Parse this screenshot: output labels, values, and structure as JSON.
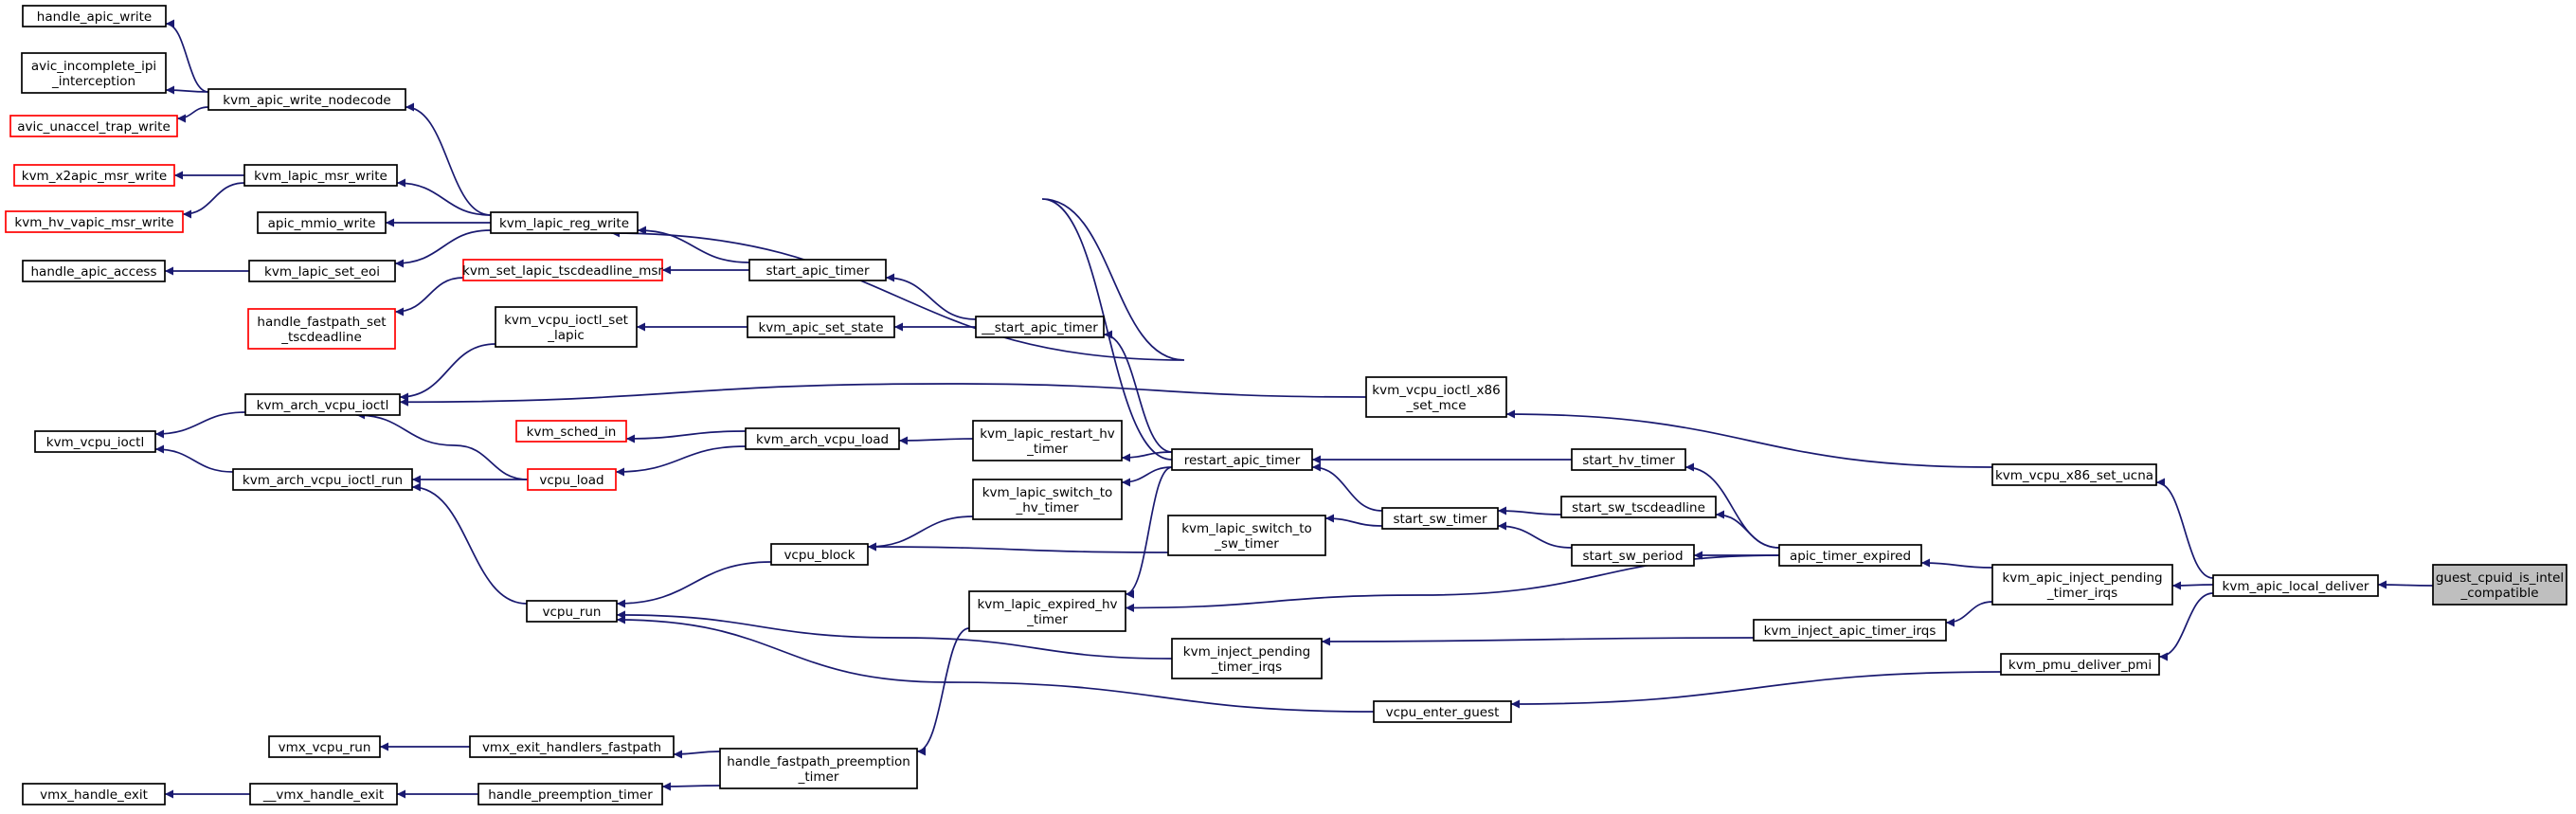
{
  "colors": {
    "edge": "#191970",
    "node_border": "#000000",
    "node_border_truncated": "#ff0000",
    "node_fill": "#ffffff",
    "node_fill_root": "#bfbfbf"
  },
  "nodes": [
    {
      "id": "guest_cpuid_is_intel_compatible",
      "lines": [
        "guest_cpuid_is_intel",
        "_compatible"
      ],
      "style": "root"
    },
    {
      "id": "kvm_apic_local_deliver",
      "lines": [
        "kvm_apic_local_deliver"
      ],
      "style": "normal"
    },
    {
      "id": "kvm_vcpu_x86_set_ucna",
      "lines": [
        "kvm_vcpu_x86_set_ucna"
      ],
      "style": "normal"
    },
    {
      "id": "kvm_apic_inject_pending_timer_irqs",
      "lines": [
        "kvm_apic_inject_pending",
        "_timer_irqs"
      ],
      "style": "normal"
    },
    {
      "id": "kvm_pmu_deliver_pmi",
      "lines": [
        "kvm_pmu_deliver_pmi"
      ],
      "style": "normal"
    },
    {
      "id": "kvm_vcpu_ioctl_x86_set_mce",
      "lines": [
        "kvm_vcpu_ioctl_x86",
        "_set_mce"
      ],
      "style": "normal"
    },
    {
      "id": "apic_timer_expired",
      "lines": [
        "apic_timer_expired"
      ],
      "style": "normal"
    },
    {
      "id": "kvm_inject_apic_timer_irqs",
      "lines": [
        "kvm_inject_apic_timer_irqs"
      ],
      "style": "normal"
    },
    {
      "id": "vcpu_enter_guest",
      "lines": [
        "vcpu_enter_guest"
      ],
      "style": "normal"
    },
    {
      "id": "start_hv_timer",
      "lines": [
        "start_hv_timer"
      ],
      "style": "normal"
    },
    {
      "id": "start_sw_tscdeadline",
      "lines": [
        "start_sw_tscdeadline"
      ],
      "style": "normal"
    },
    {
      "id": "start_sw_period",
      "lines": [
        "start_sw_period"
      ],
      "style": "normal"
    },
    {
      "id": "kvm_lapic_expired_hv_timer",
      "lines": [
        "kvm_lapic_expired_hv",
        "_timer"
      ],
      "style": "normal"
    },
    {
      "id": "kvm_inject_pending_timer_irqs",
      "lines": [
        "kvm_inject_pending",
        "_timer_irqs"
      ],
      "style": "normal"
    },
    {
      "id": "restart_apic_timer",
      "lines": [
        "restart_apic_timer"
      ],
      "style": "normal"
    },
    {
      "id": "start_sw_timer",
      "lines": [
        "start_sw_timer"
      ],
      "style": "normal"
    },
    {
      "id": "kvm_lapic_switch_to_sw_timer",
      "lines": [
        "kvm_lapic_switch_to",
        "_sw_timer"
      ],
      "style": "normal"
    },
    {
      "id": "vcpu_run",
      "lines": [
        "vcpu_run"
      ],
      "style": "normal"
    },
    {
      "id": "handle_fastpath_preemption_timer",
      "lines": [
        "handle_fastpath_preemption",
        "_timer"
      ],
      "style": "normal"
    },
    {
      "id": "kvm_lapic_reg_write",
      "lines": [
        "kvm_lapic_reg_write"
      ],
      "style": "normal"
    },
    {
      "id": "start_apic_timer",
      "lines": [
        "start_apic_timer"
      ],
      "style": "normal"
    },
    {
      "id": "__start_apic_timer",
      "lines": [
        "__start_apic_timer"
      ],
      "style": "normal"
    },
    {
      "id": "kvm_lapic_restart_hv_timer",
      "lines": [
        "kvm_lapic_restart_hv",
        "_timer"
      ],
      "style": "normal"
    },
    {
      "id": "kvm_lapic_switch_to_hv_timer",
      "lines": [
        "kvm_lapic_switch_to",
        "_hv_timer"
      ],
      "style": "normal"
    },
    {
      "id": "vcpu_block",
      "lines": [
        "vcpu_block"
      ],
      "style": "normal"
    },
    {
      "id": "kvm_apic_write_nodecode",
      "lines": [
        "kvm_apic_write_nodecode"
      ],
      "style": "normal"
    },
    {
      "id": "kvm_lapic_msr_write",
      "lines": [
        "kvm_lapic_msr_write"
      ],
      "style": "normal"
    },
    {
      "id": "apic_mmio_write",
      "lines": [
        "apic_mmio_write"
      ],
      "style": "normal"
    },
    {
      "id": "kvm_lapic_set_eoi",
      "lines": [
        "kvm_lapic_set_eoi"
      ],
      "style": "normal"
    },
    {
      "id": "kvm_set_lapic_tscdeadline_msr",
      "lines": [
        "kvm_set_lapic_tscdeadline_msr"
      ],
      "style": "truncated"
    },
    {
      "id": "kvm_vcpu_ioctl_set_lapic",
      "lines": [
        "kvm_vcpu_ioctl_set",
        "_lapic"
      ],
      "style": "normal"
    },
    {
      "id": "kvm_apic_set_state",
      "lines": [
        "kvm_apic_set_state"
      ],
      "style": "normal"
    },
    {
      "id": "kvm_arch_vcpu_ioctl",
      "lines": [
        "kvm_arch_vcpu_ioctl"
      ],
      "style": "normal"
    },
    {
      "id": "kvm_arch_vcpu_load",
      "lines": [
        "kvm_arch_vcpu_load"
      ],
      "style": "normal"
    },
    {
      "id": "kvm_sched_in",
      "lines": [
        "kvm_sched_in"
      ],
      "style": "truncated"
    },
    {
      "id": "vcpu_load",
      "lines": [
        "vcpu_load"
      ],
      "style": "truncated"
    },
    {
      "id": "kvm_arch_vcpu_ioctl_run",
      "lines": [
        "kvm_arch_vcpu_ioctl_run"
      ],
      "style": "normal"
    },
    {
      "id": "kvm_vcpu_ioctl",
      "lines": [
        "kvm_vcpu_ioctl"
      ],
      "style": "normal"
    },
    {
      "id": "handle_apic_write",
      "lines": [
        "handle_apic_write"
      ],
      "style": "normal"
    },
    {
      "id": "avic_incomplete_ipi_interception",
      "lines": [
        "avic_incomplete_ipi",
        "_interception"
      ],
      "style": "normal"
    },
    {
      "id": "avic_unaccel_trap_write",
      "lines": [
        "avic_unaccel_trap_write"
      ],
      "style": "truncated"
    },
    {
      "id": "kvm_x2apic_msr_write",
      "lines": [
        "kvm_x2apic_msr_write"
      ],
      "style": "truncated"
    },
    {
      "id": "kvm_hv_vapic_msr_write",
      "lines": [
        "kvm_hv_vapic_msr_write"
      ],
      "style": "truncated"
    },
    {
      "id": "handle_apic_access",
      "lines": [
        "handle_apic_access"
      ],
      "style": "normal"
    },
    {
      "id": "handle_fastpath_set_tscdeadline",
      "lines": [
        "handle_fastpath_set",
        "_tscdeadline"
      ],
      "style": "truncated"
    },
    {
      "id": "vmx_exit_handlers_fastpath",
      "lines": [
        "vmx_exit_handlers_fastpath"
      ],
      "style": "normal"
    },
    {
      "id": "handle_preemption_timer",
      "lines": [
        "handle_preemption_timer"
      ],
      "style": "normal"
    },
    {
      "id": "vmx_vcpu_run",
      "lines": [
        "vmx_vcpu_run"
      ],
      "style": "normal"
    },
    {
      "id": "__vmx_handle_exit",
      "lines": [
        "__vmx_handle_exit"
      ],
      "style": "normal"
    },
    {
      "id": "vmx_handle_exit",
      "lines": [
        "vmx_handle_exit"
      ],
      "style": "normal"
    }
  ],
  "edges": [
    {
      "from": "kvm_apic_local_deliver",
      "to": "guest_cpuid_is_intel_compatible"
    },
    {
      "from": "kvm_vcpu_x86_set_ucna",
      "to": "kvm_apic_local_deliver"
    },
    {
      "from": "kvm_apic_inject_pending_timer_irqs",
      "to": "kvm_apic_local_deliver"
    },
    {
      "from": "kvm_pmu_deliver_pmi",
      "to": "kvm_apic_local_deliver"
    },
    {
      "from": "kvm_vcpu_ioctl_x86_set_mce",
      "to": "kvm_vcpu_x86_set_ucna"
    },
    {
      "from": "apic_timer_expired",
      "to": "kvm_apic_inject_pending_timer_irqs"
    },
    {
      "from": "kvm_inject_apic_timer_irqs",
      "to": "kvm_apic_inject_pending_timer_irqs"
    },
    {
      "from": "vcpu_enter_guest",
      "to": "kvm_pmu_deliver_pmi"
    },
    {
      "from": "kvm_arch_vcpu_ioctl",
      "to": "kvm_vcpu_ioctl_x86_set_mce"
    },
    {
      "from": "start_hv_timer",
      "to": "apic_timer_expired"
    },
    {
      "from": "start_sw_tscdeadline",
      "to": "apic_timer_expired"
    },
    {
      "from": "start_sw_period",
      "to": "apic_timer_expired"
    },
    {
      "from": "kvm_lapic_expired_hv_timer",
      "to": "apic_timer_expired"
    },
    {
      "from": "kvm_inject_pending_timer_irqs",
      "to": "kvm_inject_apic_timer_irqs"
    },
    {
      "from": "vcpu_run",
      "to": "vcpu_enter_guest"
    },
    {
      "from": "restart_apic_timer",
      "to": "start_hv_timer"
    },
    {
      "from": "start_sw_timer",
      "to": "start_sw_tscdeadline"
    },
    {
      "from": "start_sw_timer",
      "to": "start_sw_period"
    },
    {
      "from": "handle_fastpath_preemption_timer",
      "to": "kvm_lapic_expired_hv_timer"
    },
    {
      "from": "vcpu_run",
      "to": "kvm_inject_pending_timer_irqs"
    },
    {
      "from": "restart_apic_timer",
      "to": "start_sw_timer"
    },
    {
      "from": "kvm_lapic_switch_to_sw_timer",
      "to": "start_sw_timer"
    },
    {
      "from": "kvm_lapic_reg_write",
      "to": "restart_apic_timer"
    },
    {
      "from": "__start_apic_timer",
      "to": "restart_apic_timer"
    },
    {
      "from": "kvm_lapic_restart_hv_timer",
      "to": "restart_apic_timer"
    },
    {
      "from": "kvm_lapic_switch_to_hv_timer",
      "to": "restart_apic_timer"
    },
    {
      "from": "kvm_lapic_expired_hv_timer",
      "to": "restart_apic_timer"
    },
    {
      "from": "vcpu_block",
      "to": "kvm_lapic_switch_to_sw_timer"
    },
    {
      "from": "vcpu_block",
      "to": "kvm_lapic_switch_to_hv_timer"
    },
    {
      "from": "vcpu_run",
      "to": "vcpu_block"
    },
    {
      "from": "kvm_arch_vcpu_ioctl_run",
      "to": "vcpu_run"
    },
    {
      "from": "start_apic_timer",
      "to": "__start_apic_timer"
    },
    {
      "from": "kvm_apic_set_state",
      "to": "__start_apic_timer"
    },
    {
      "from": "kvm_lapic_reg_write",
      "to": "start_apic_timer"
    },
    {
      "from": "kvm_set_lapic_tscdeadline_msr",
      "to": "start_apic_timer"
    },
    {
      "from": "kvm_vcpu_ioctl_set_lapic",
      "to": "kvm_apic_set_state"
    },
    {
      "from": "kvm_arch_vcpu_ioctl",
      "to": "kvm_vcpu_ioctl_set_lapic"
    },
    {
      "from": "kvm_arch_vcpu_load",
      "to": "kvm_lapic_restart_hv_timer"
    },
    {
      "from": "kvm_sched_in",
      "to": "kvm_arch_vcpu_load"
    },
    {
      "from": "vcpu_load",
      "to": "kvm_arch_vcpu_load"
    },
    {
      "from": "kvm_arch_vcpu_ioctl",
      "to": "vcpu_load"
    },
    {
      "from": "kvm_arch_vcpu_ioctl_run",
      "to": "vcpu_load"
    },
    {
      "from": "kvm_vcpu_ioctl",
      "to": "kvm_arch_vcpu_ioctl"
    },
    {
      "from": "kvm_vcpu_ioctl",
      "to": "kvm_arch_vcpu_ioctl_run"
    },
    {
      "from": "kvm_apic_write_nodecode",
      "to": "kvm_lapic_reg_write"
    },
    {
      "from": "kvm_lapic_msr_write",
      "to": "kvm_lapic_reg_write"
    },
    {
      "from": "apic_mmio_write",
      "to": "kvm_lapic_reg_write"
    },
    {
      "from": "kvm_lapic_set_eoi",
      "to": "kvm_lapic_reg_write"
    },
    {
      "from": "handle_apic_write",
      "to": "kvm_apic_write_nodecode"
    },
    {
      "from": "avic_incomplete_ipi_interception",
      "to": "kvm_apic_write_nodecode"
    },
    {
      "from": "avic_unaccel_trap_write",
      "to": "kvm_apic_write_nodecode"
    },
    {
      "from": "kvm_x2apic_msr_write",
      "to": "kvm_lapic_msr_write"
    },
    {
      "from": "kvm_hv_vapic_msr_write",
      "to": "kvm_lapic_msr_write"
    },
    {
      "from": "handle_apic_access",
      "to": "kvm_lapic_set_eoi"
    },
    {
      "from": "handle_fastpath_set_tscdeadline",
      "to": "kvm_set_lapic_tscdeadline_msr"
    },
    {
      "from": "vmx_exit_handlers_fastpath",
      "to": "handle_fastpath_preemption_timer"
    },
    {
      "from": "handle_preemption_timer",
      "to": "handle_fastpath_preemption_timer"
    },
    {
      "from": "vmx_vcpu_run",
      "to": "vmx_exit_handlers_fastpath"
    },
    {
      "from": "__vmx_handle_exit",
      "to": "handle_preemption_timer"
    },
    {
      "from": "vmx_handle_exit",
      "to": "__vmx_handle_exit"
    }
  ]
}
